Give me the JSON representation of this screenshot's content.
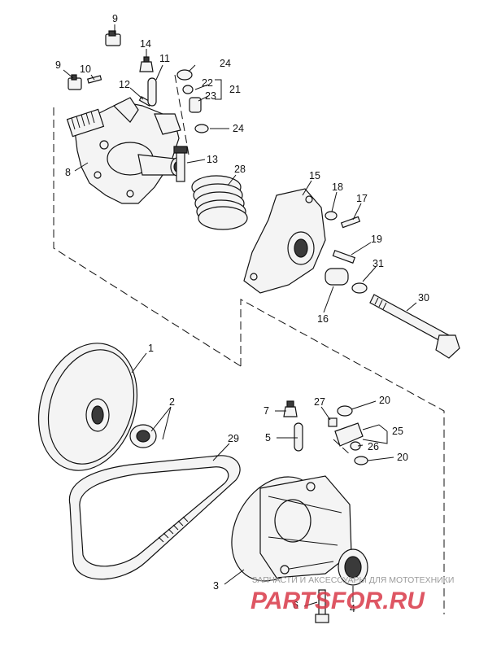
{
  "labels": {
    "p1": "1",
    "p2": "2",
    "p3": "3",
    "p4": "4",
    "p5": "5",
    "p6": "6",
    "p7": "7",
    "p8": "8",
    "p9a": "9",
    "p9b": "9",
    "p10": "10",
    "p11": "11",
    "p12": "12",
    "p13": "13",
    "p14": "14",
    "p15": "15",
    "p16": "16",
    "p17": "17",
    "p18": "18",
    "p19": "19",
    "p20a": "20",
    "p20b": "20",
    "p21": "21",
    "p22": "22",
    "p23": "23",
    "p24a": "24",
    "p24b": "24",
    "p25": "25",
    "p26": "26",
    "p27": "27",
    "p28": "28",
    "p29": "29",
    "p30": "30",
    "p31": "31"
  },
  "watermark": {
    "tagline": "ЗАПЧАСТИ И АКСЕССУАРЫ ДЛЯ МОТОТЕХНИКИ",
    "logo": "PARTSFOR.RU",
    "color": "#d83848"
  }
}
